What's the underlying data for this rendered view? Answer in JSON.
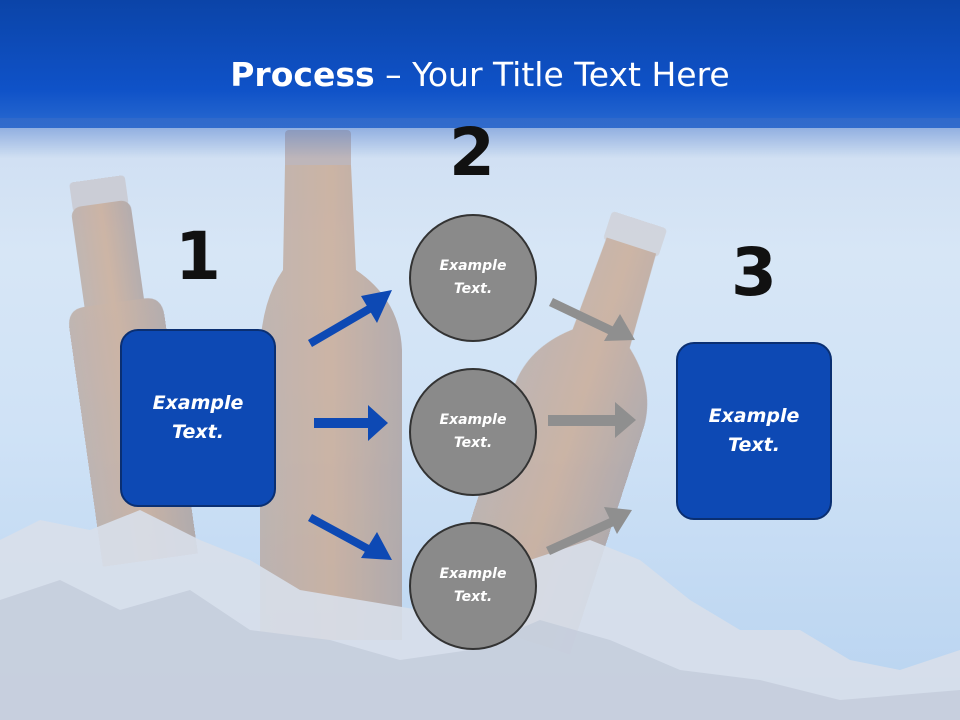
{
  "title": {
    "bold": "Process",
    "rest": " – Your Title Text Here"
  },
  "steps": {
    "one": "1",
    "two": "2",
    "three": "3"
  },
  "boxes": {
    "left": "Example\nText.",
    "right": "Example\nText."
  },
  "circles": {
    "top": "Example\nText.",
    "middle": "Example\nText.",
    "bottom": "Example\nText."
  },
  "colors": {
    "header": "#0f52c8",
    "box": "#0d49b4",
    "circle": "#8a8a8a",
    "arrow_blue": "#0d49b4",
    "arrow_gray": "#8f8f8f"
  }
}
